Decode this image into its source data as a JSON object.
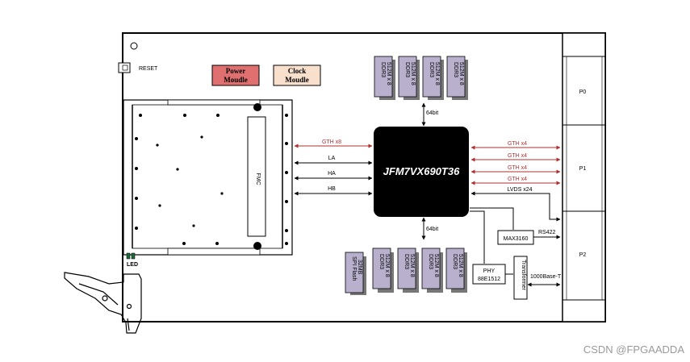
{
  "board": {
    "reset_label": "RESET",
    "power_module": [
      "Power",
      "Moudle"
    ],
    "clock_module": [
      "Clock",
      "Moudle"
    ],
    "fmc_label": "FMC",
    "led_label": "LED",
    "fpga_label": "JFM7VX690T36",
    "top_bus_label": "64bit",
    "bottom_bus_label": "64bit",
    "ddr_label": [
      "DDR3",
      "512M x 8"
    ],
    "spi_flash_label": [
      "SPI Flash",
      "32MB"
    ],
    "fmc_links": [
      {
        "label": "GTH x8",
        "color": "#b03030"
      },
      {
        "label": "LA",
        "color": "#000000"
      },
      {
        "label": "HA",
        "color": "#000000"
      },
      {
        "label": "HB",
        "color": "#000000"
      }
    ],
    "p1_links": [
      "GTH x4",
      "GTH x4",
      "GTH x4",
      "GTH x4"
    ],
    "lvds_label": "LVDS x24",
    "max_label": "MAX3160",
    "rs_label": "RS422",
    "phy_label": [
      "PHY",
      "88E1512"
    ],
    "transformer_label": "Transformer",
    "ethernet_label": "1000Base-T",
    "connectors": [
      "P0",
      "P1",
      "P2"
    ],
    "gth_color": "#b03030",
    "power_color": "#e07070",
    "clock_color": "#f8e0cc",
    "chip_color": "#b8b0cc"
  },
  "watermark": "CSDN @FPGAADDA"
}
